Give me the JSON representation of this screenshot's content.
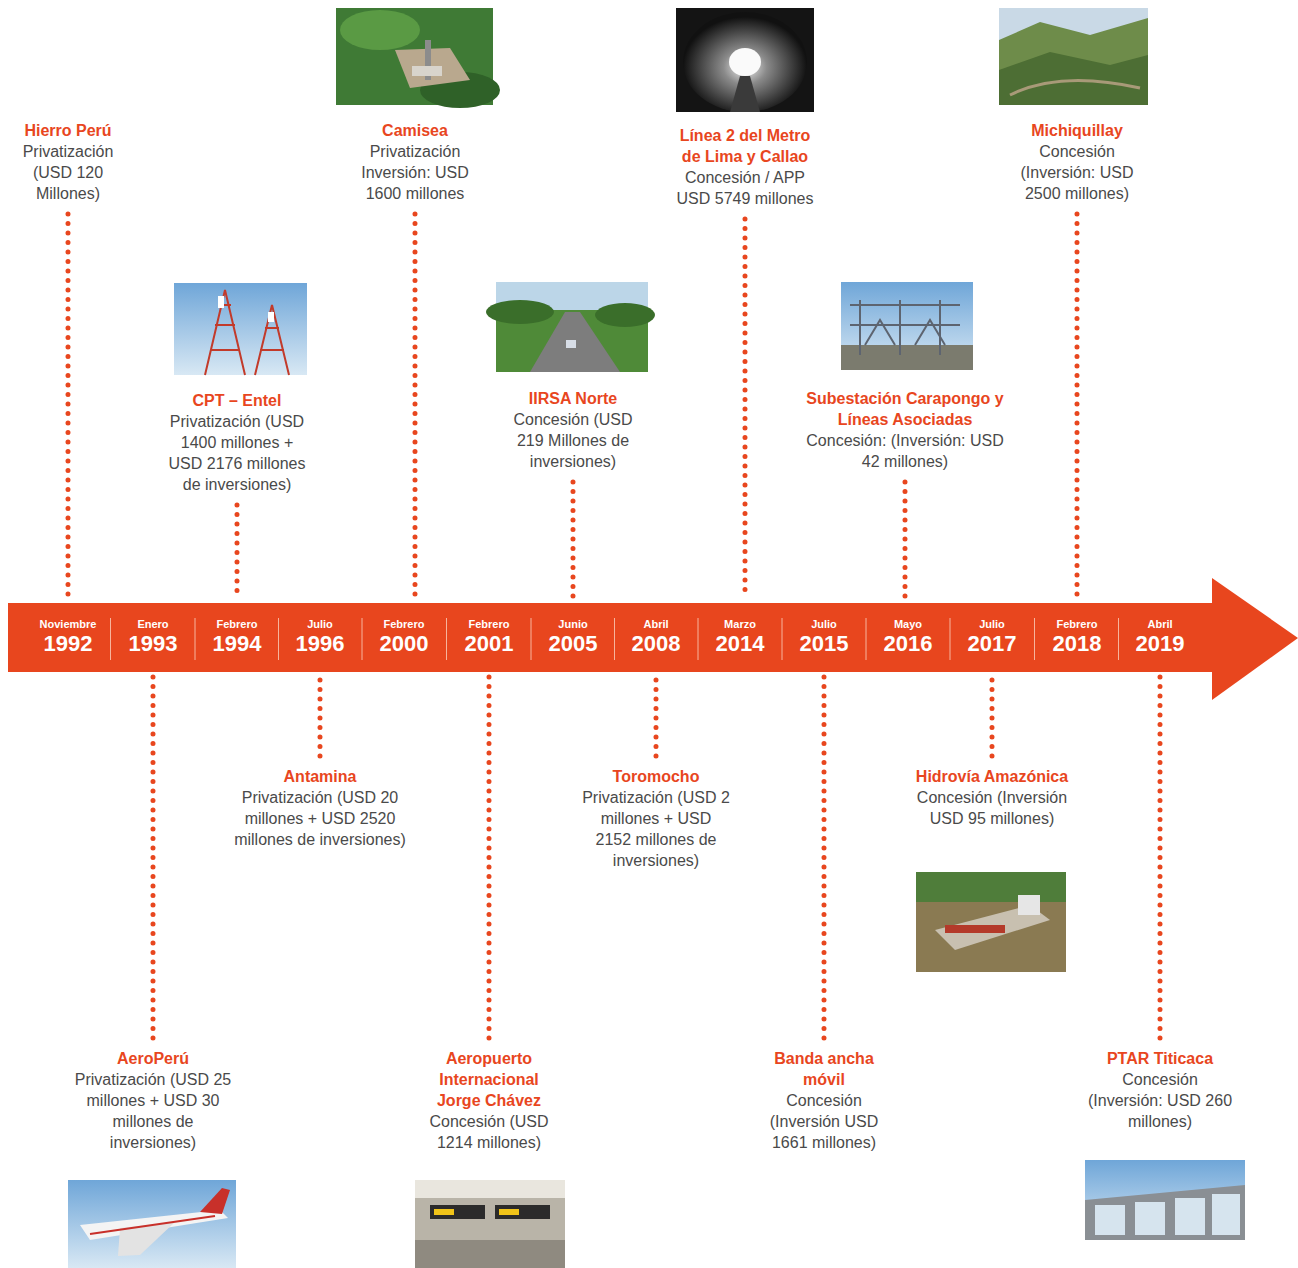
{
  "diagram": {
    "nodes": [
      {
        "text": [
          "Noviembre",
          "1992"
        ]
      },
      {
        "text": [
          "Enero",
          "1993"
        ]
      },
      {
        "text": [
          "Febrero",
          "1994"
        ]
      },
      {
        "text": [
          "Julio",
          "1996"
        ]
      },
      {
        "text": [
          "Febrero",
          "2000"
        ]
      },
      {
        "text": [
          "Febrero",
          "2001"
        ]
      },
      {
        "text": [
          "Junio",
          "2005"
        ]
      },
      {
        "text": [
          "Abril",
          "2008"
        ]
      },
      {
        "text": [
          "Marzo",
          "2014"
        ]
      },
      {
        "text": [
          "Julio",
          "2015"
        ]
      },
      {
        "text": [
          "Mayo",
          "2016"
        ]
      },
      {
        "text": [
          "Julio",
          "2017"
        ]
      },
      {
        "text": [
          "Febrero",
          "2018"
        ]
      },
      {
        "text": [
          "Abril",
          "2019"
        ]
      },
      {
        "text": [
          "Hierro Perú",
          "Privatización (USD 120 Millones)"
        ]
      },
      {
        "text": [
          "AeroPerú",
          "Privatización (USD 25 millones + USD 30 millones de inversiones)"
        ]
      },
      {
        "text": [
          "CPT – Entel",
          "Privatización (USD 1400 millones + USD 2176 millones de inversiones)"
        ]
      },
      {
        "text": [
          "Antamina",
          "Privatización (USD 20 millones + USD 2520 millones de inversiones)"
        ]
      },
      {
        "text": [
          "Camisea",
          "Privatización Inversión: USD 1600 millones"
        ]
      },
      {
        "text": [
          "Aeropuerto Internacional Jorge Chávez",
          "Concesión (USD 1214 millones)"
        ]
      },
      {
        "text": [
          "IIRSA Norte",
          "Concesión (USD 219 Millones de inversiones)"
        ]
      },
      {
        "text": [
          "Toromocho",
          "Privatización (USD 2 millones + USD 2152 millones de inversiones)"
        ]
      },
      {
        "text": [
          "Línea 2 del Metro de Lima y Callao",
          "Concesión / APP USD 5749 millones"
        ]
      },
      {
        "text": [
          "Banda ancha móvil",
          "Concesión (Inversión USD 1661 millones)"
        ]
      },
      {
        "text": [
          "Subestación Carapongo y Líneas Asociadas",
          "Concesión: (Inversión: USD 42 millones)"
        ]
      },
      {
        "text": [
          "Hidrovía Amazónica",
          "Concesión (Inversión USD 95 millones)"
        ]
      },
      {
        "text": [
          "Michiquillay",
          "Concesión (Inversión: USD 2500 millones)"
        ]
      },
      {
        "text": [
          "PTAR Titicaca",
          "Concesión (Inversión: USD 260 millones)"
        ]
      }
    ],
    "edges": [
      {
        "from": 14,
        "to": 0,
        "arrow": "none"
      },
      {
        "from": 15,
        "to": 1,
        "arrow": "none"
      },
      {
        "from": 16,
        "to": 2,
        "arrow": "none"
      },
      {
        "from": 17,
        "to": 3,
        "arrow": "none"
      },
      {
        "from": 18,
        "to": 4,
        "arrow": "none"
      },
      {
        "from": 19,
        "to": 5,
        "arrow": "none"
      },
      {
        "from": 20,
        "to": 6,
        "arrow": "none"
      },
      {
        "from": 21,
        "to": 7,
        "arrow": "none"
      },
      {
        "from": 22,
        "to": 8,
        "arrow": "none"
      },
      {
        "from": 23,
        "to": 9,
        "arrow": "none"
      },
      {
        "from": 24,
        "to": 10,
        "arrow": "none"
      },
      {
        "from": 25,
        "to": 11,
        "arrow": "none"
      },
      {
        "from": 26,
        "to": 12,
        "arrow": "none"
      },
      {
        "from": 27,
        "to": 13,
        "arrow": "none"
      }
    ]
  }
}
